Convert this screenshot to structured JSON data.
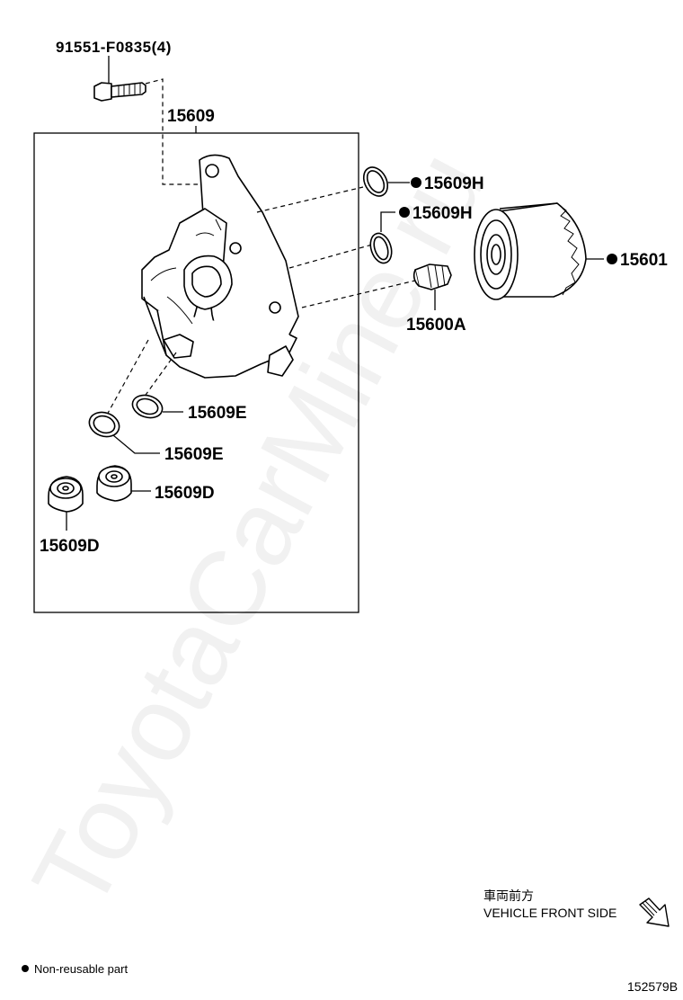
{
  "watermark": "ToyotaCarMine.ru",
  "parts": {
    "bolt": "91551-F0835(4)",
    "housing": "15609",
    "oring_top": "15609H",
    "oring_mid": "15609H",
    "filter": "15601",
    "union": "15600A",
    "gasket_upper": "15609E",
    "gasket_lower": "15609E",
    "plug_right": "15609D",
    "plug_left": "15609D"
  },
  "direction": {
    "jp": "車両前方",
    "en": "VEHICLE FRONT SIDE"
  },
  "legend": {
    "text": "Non-reusable part"
  },
  "figure_id": "152579B"
}
